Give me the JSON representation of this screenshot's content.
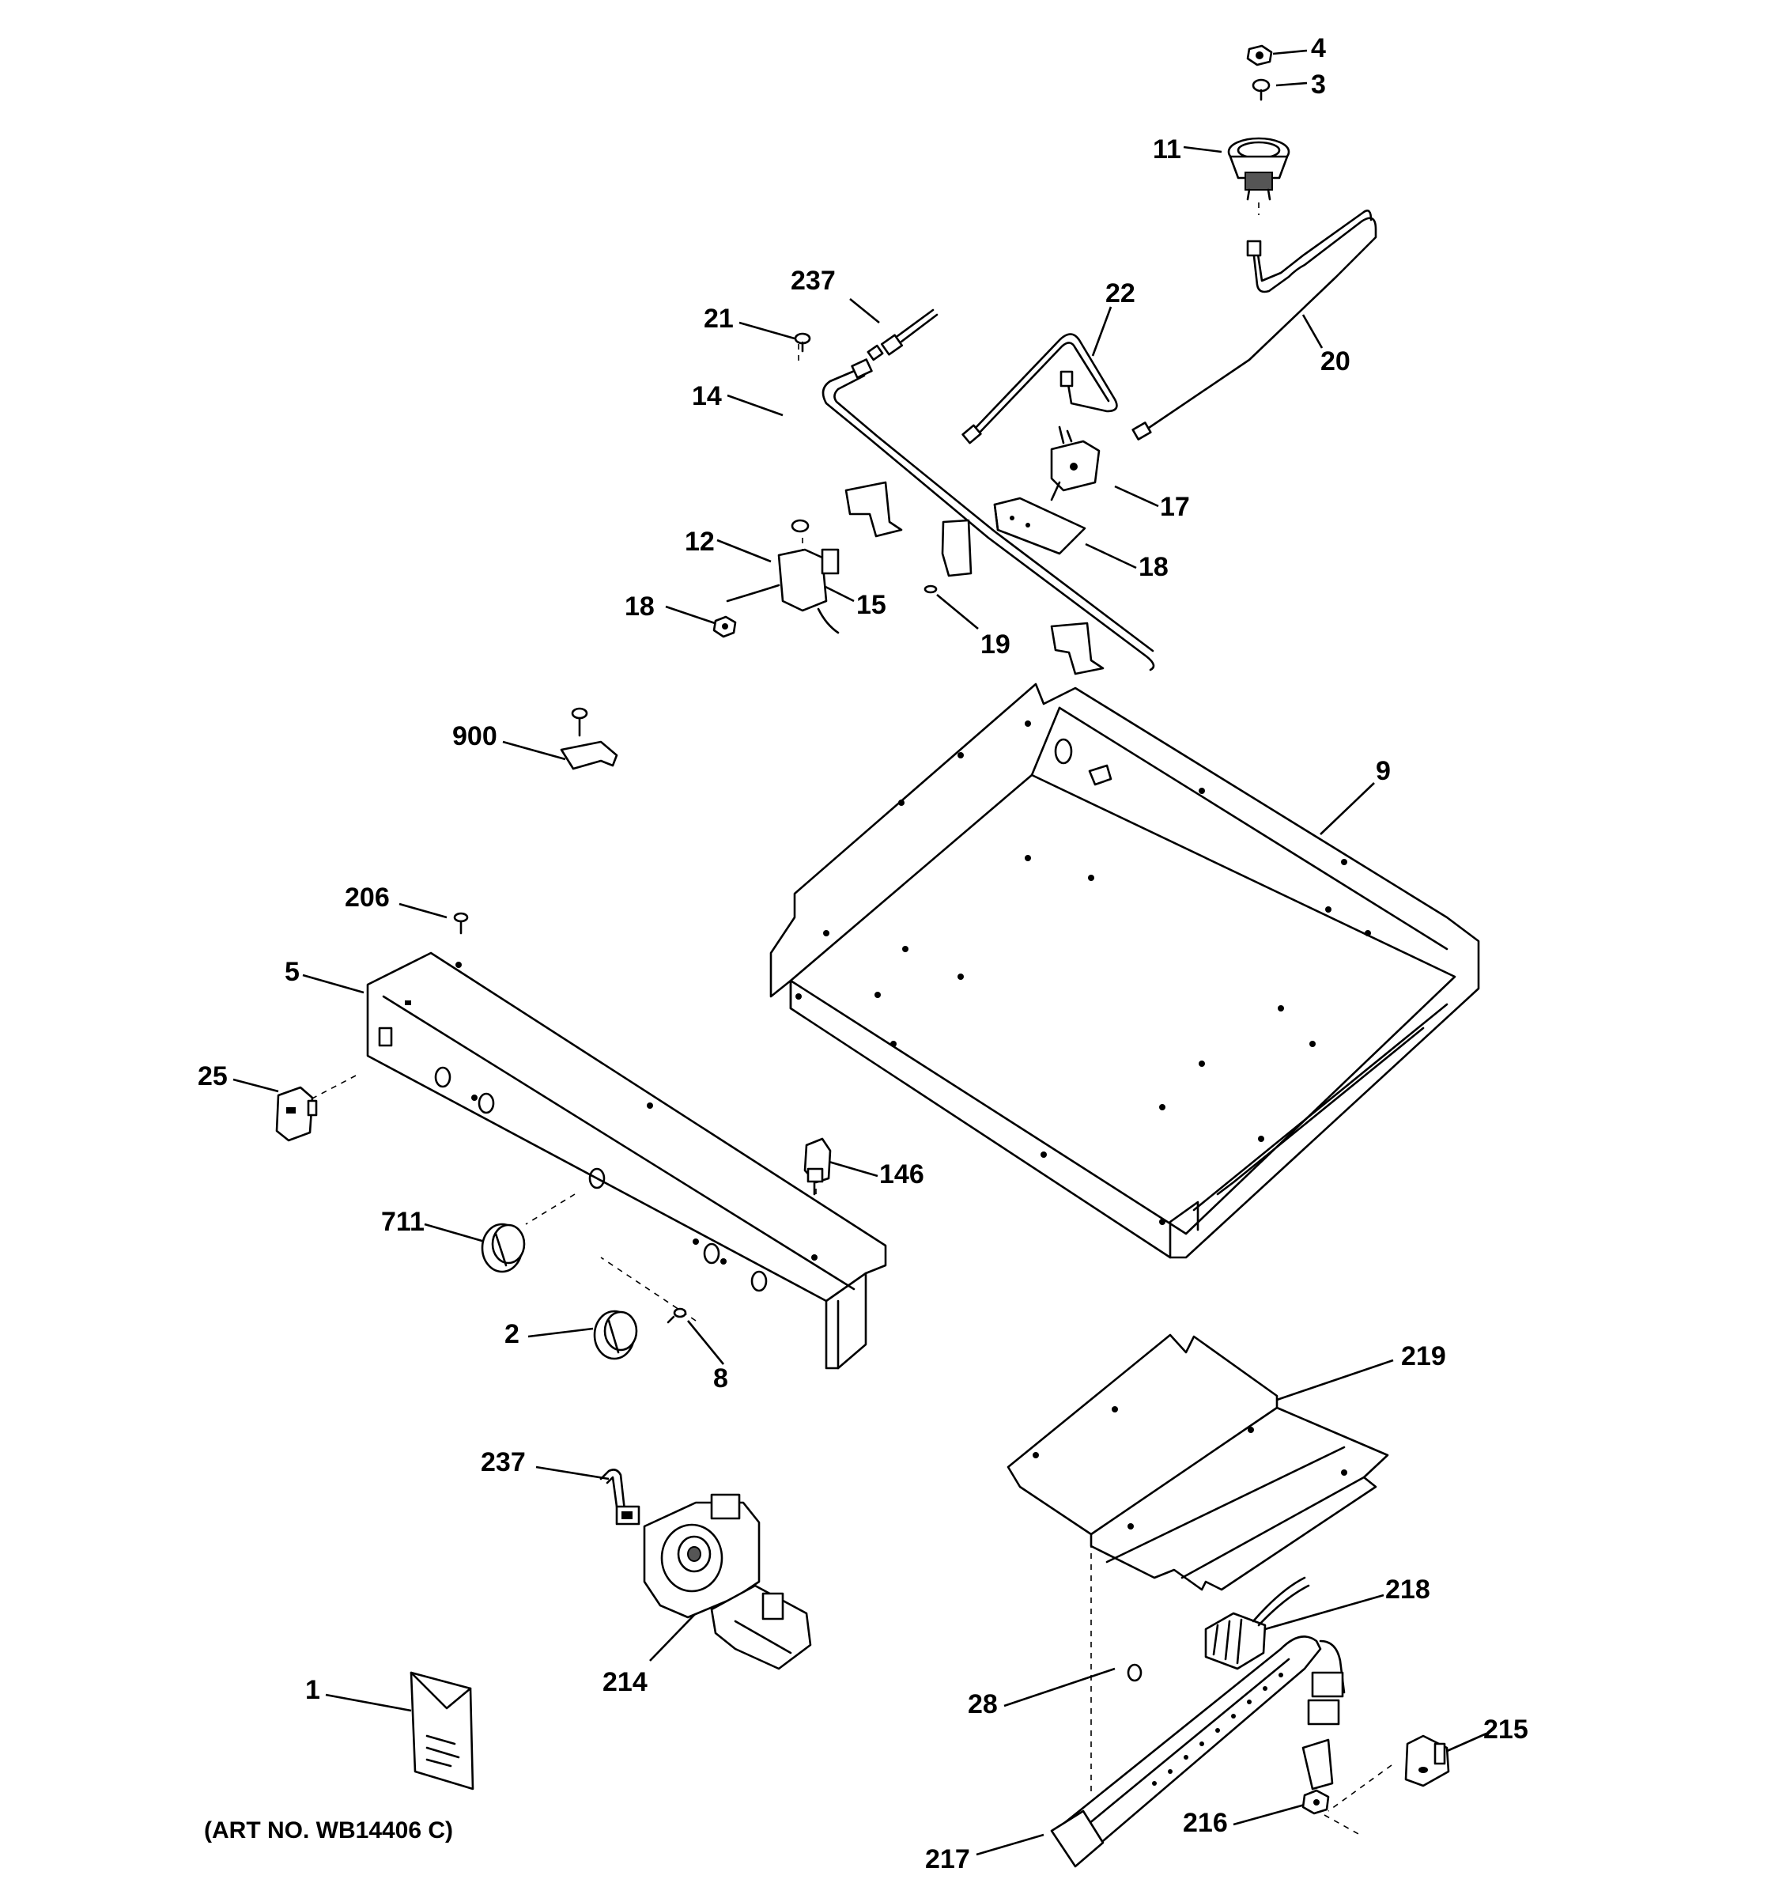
{
  "caption": "(ART NO. WB14406 C)",
  "labels": {
    "p4": "4",
    "p3": "3",
    "p11": "11",
    "p237a": "237",
    "p21": "21",
    "p22": "22",
    "p20": "20",
    "p14": "14",
    "p17": "17",
    "p12": "12",
    "p15": "15",
    "p18a": "18",
    "p18b": "18",
    "p19": "19",
    "p900": "900",
    "p9": "9",
    "p206": "206",
    "p5": "5",
    "p25": "25",
    "p146": "146",
    "p711": "711",
    "p2": "2",
    "p8": "8",
    "p219": "219",
    "p237b": "237",
    "p214": "214",
    "p218": "218",
    "p1": "1",
    "p28": "28",
    "p215": "215",
    "p216": "216",
    "p217": "217"
  }
}
